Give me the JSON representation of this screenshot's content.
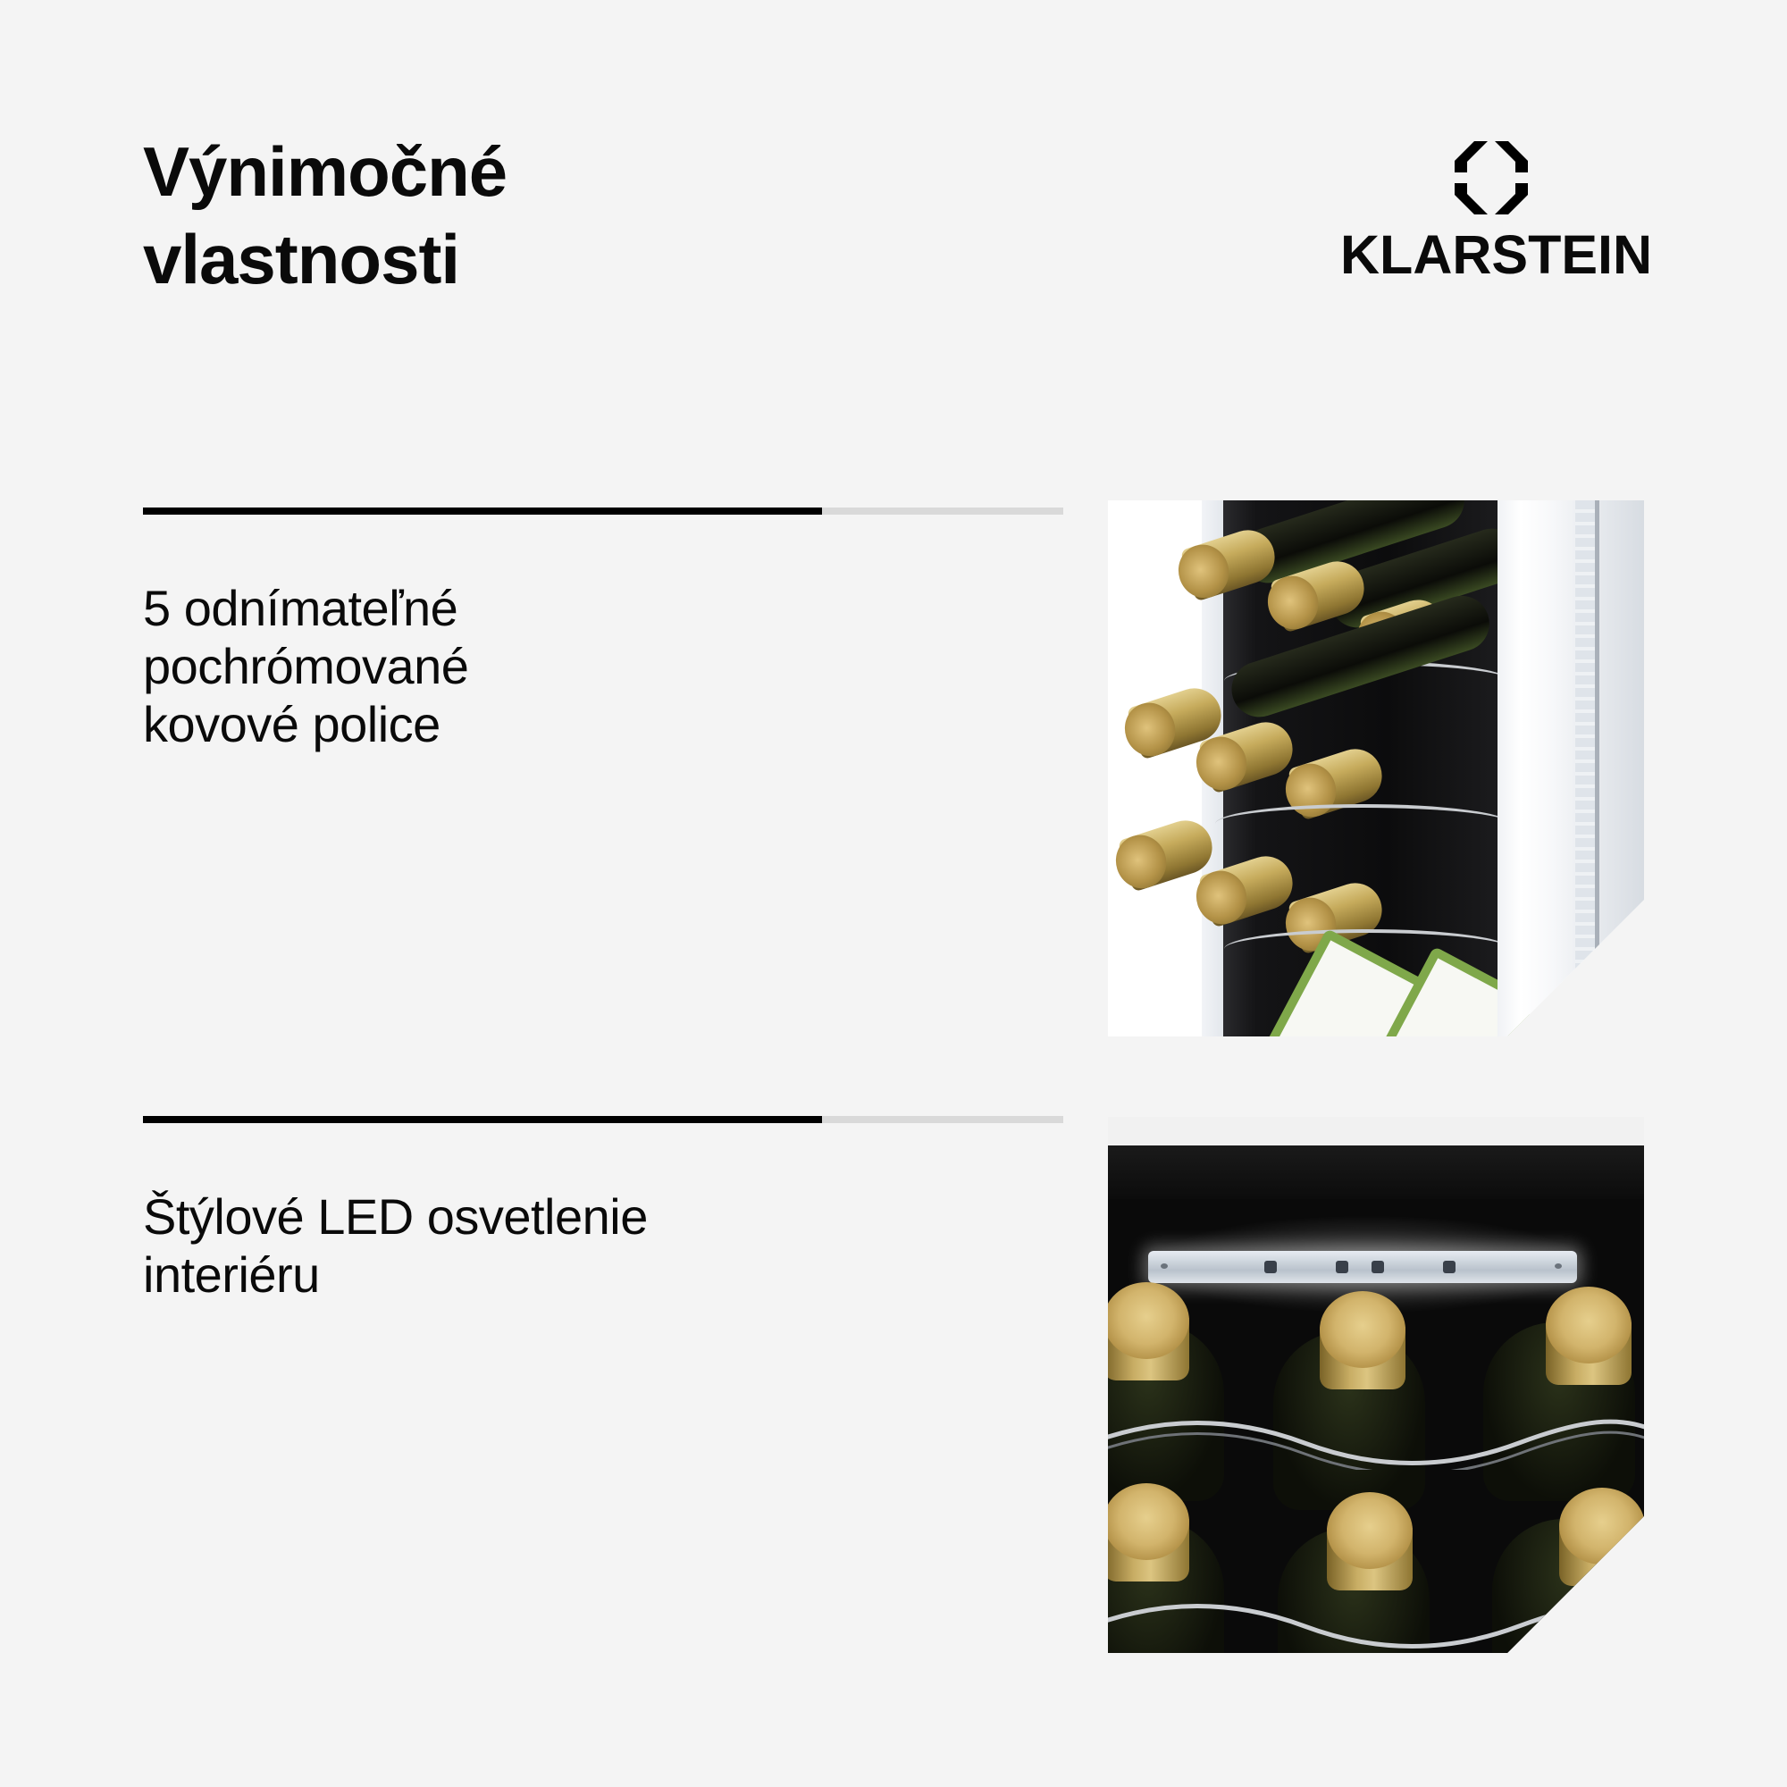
{
  "header": {
    "title_lines": [
      "Výnimočné",
      "vlastnosti"
    ]
  },
  "brand": {
    "name": "KLARSTEIN",
    "icon": "klarstein-octagon-logo-icon"
  },
  "features": [
    {
      "text_lines": [
        "5 odnímateľné",
        "pochrómované",
        "kovové police"
      ],
      "progress_fill_ratio": 0.738,
      "image_alt": "Wine bottles on removable chrome shelves"
    },
    {
      "text_lines": [
        "Štýlové LED osvetlenie",
        "interiéru"
      ],
      "progress_fill_ratio": 0.738,
      "image_alt": "LED interior lighting above wine bottles"
    }
  ],
  "colors": {
    "background": "#f4f4f4",
    "text": "#0a0a0a",
    "bar_fill": "#000000",
    "bar_track": "#d9d9d9",
    "cap_gold": "#c6ab5c",
    "label_green": "#7fa84a"
  }
}
